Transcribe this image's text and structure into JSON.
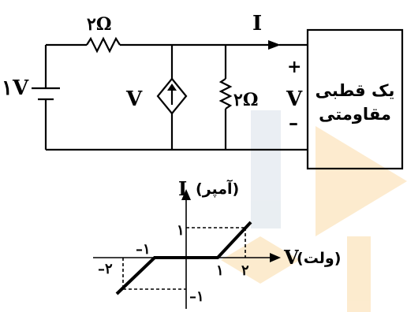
{
  "circuit": {
    "source_voltage": "۱V",
    "series_resistor": "۲Ω",
    "shunt_resistor": "۲Ω",
    "dependent_source_label": "V",
    "current_label": "I",
    "plus_sign": "+",
    "minus_sign": "–",
    "terminal_voltage_label": "V",
    "box_line1": "یک قطبی",
    "box_line2": "مقاومتی"
  },
  "graph": {
    "y_axis_label": "I",
    "y_axis_unit": "(آمپر)",
    "x_axis_label": "V",
    "x_axis_unit": "(ولت)",
    "x_tick_neg2": "–۲",
    "x_tick_neg1": "–۱",
    "x_tick_1": "۱",
    "x_tick_2": "۲",
    "y_tick_1": "۱",
    "y_tick_neg1": "–۱"
  },
  "watermark_color": "#f5a623",
  "watermark_blue": "#9fb3c8"
}
